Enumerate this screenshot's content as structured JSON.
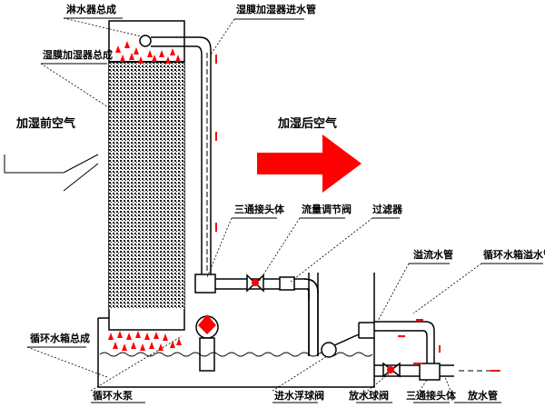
{
  "labels": {
    "sprinkler": "淋水器总成",
    "pad": "湿膜加湿器总成",
    "inlet_pipe": "湿膜加湿器进水管",
    "air_before": "加湿前空气",
    "air_after": "加湿后空气",
    "tee_top": "三通接头体",
    "flow_valve": "流量调节阀",
    "filter": "过滤器",
    "overflow": "溢流水管",
    "tank_overflow": "循环水箱溢水管",
    "tank": "循环水箱总成",
    "pump": "循环水泵",
    "float_valve": "进水浮球阀",
    "drain_valve": "放水球阀",
    "tee_bottom": "三通接头体",
    "drain_pipe": "放水管"
  },
  "colors": {
    "accent": "#ff0000",
    "line": "#000000"
  }
}
